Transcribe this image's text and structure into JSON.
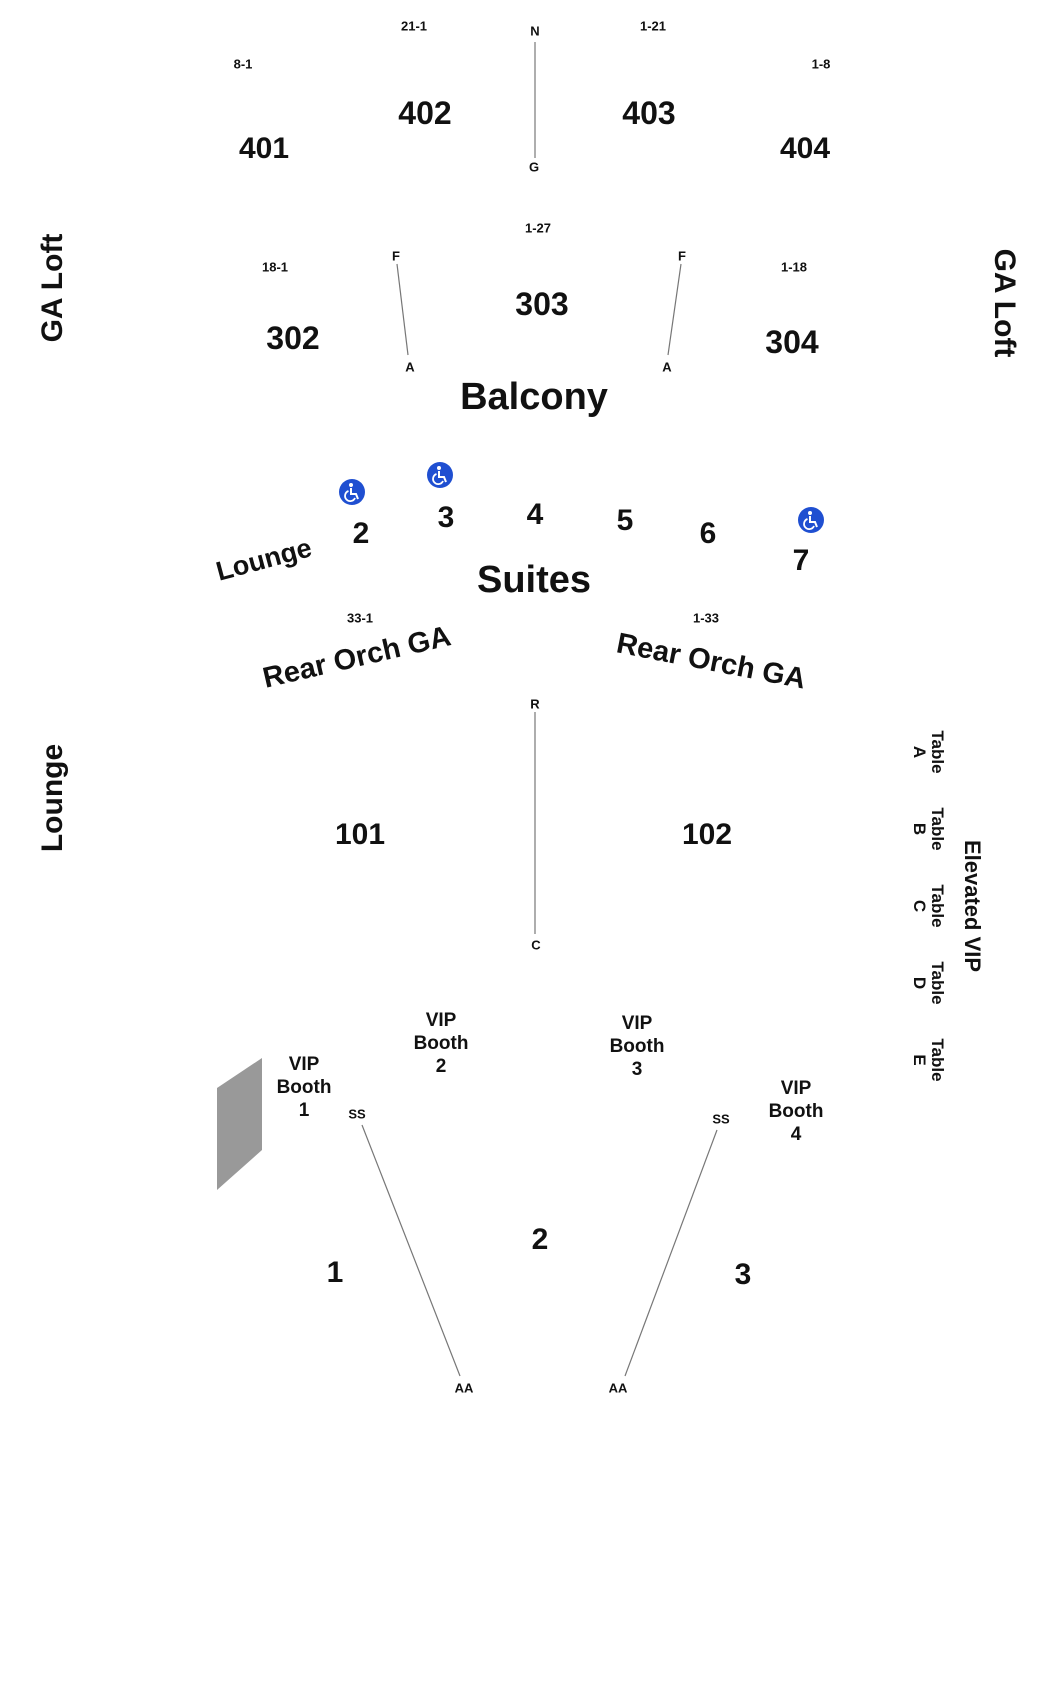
{
  "areas": {
    "ga_loft_left": "GA Loft",
    "ga_loft_right": "GA Loft",
    "balcony": "Balcony",
    "suites": "Suites",
    "lounge_mid": "Lounge",
    "lounge_left": "Lounge",
    "rear_orch_left": "Rear Orch GA",
    "rear_orch_right": "Rear Orch GA",
    "elevated_vip": "Elevated VIP"
  },
  "sections": {
    "s401": "401",
    "s402": "402",
    "s403": "403",
    "s404": "404",
    "s302": "302",
    "s303": "303",
    "s304": "304",
    "s101": "101",
    "s102": "102",
    "floor1": "1",
    "floor2": "2",
    "floor3": "3"
  },
  "suite_numbers": {
    "s2": "2",
    "s3": "3",
    "s4": "4",
    "s5": "5",
    "s6": "6",
    "s7": "7"
  },
  "row_labels": {
    "r21_1": "21-1",
    "r1_21": "1-21",
    "r8_1": "8-1",
    "r1_8": "1-8",
    "n": "N",
    "g": "G",
    "r1_27": "1-27",
    "r18_1": "18-1",
    "r1_18": "1-18",
    "f_left": "F",
    "f_right": "F",
    "a_left": "A",
    "a_right": "A",
    "r33_1": "33-1",
    "r1_33": "1-33",
    "r": "R",
    "c": "C",
    "ss_left": "SS",
    "ss_right": "SS",
    "aa_left": "AA",
    "aa_right": "AA"
  },
  "booths": {
    "b1": {
      "l1": "VIP",
      "l2": "Booth",
      "l3": "1"
    },
    "b2": {
      "l1": "VIP",
      "l2": "Booth",
      "l3": "2"
    },
    "b3": {
      "l1": "VIP",
      "l2": "Booth",
      "l3": "3"
    },
    "b4": {
      "l1": "VIP",
      "l2": "Booth",
      "l3": "4"
    }
  },
  "tables": {
    "a": {
      "word": "Table",
      "letter": "A"
    },
    "b": {
      "word": "Table",
      "letter": "B"
    },
    "c": {
      "word": "Table",
      "letter": "C"
    },
    "d": {
      "word": "Table",
      "letter": "D"
    },
    "e": {
      "word": "Table",
      "letter": "E"
    }
  },
  "icons": {
    "wheelchair": "wheelchair-icon"
  },
  "colors": {
    "accessible": "#1f4fd1",
    "stage": "#999999",
    "text": "#111111"
  }
}
